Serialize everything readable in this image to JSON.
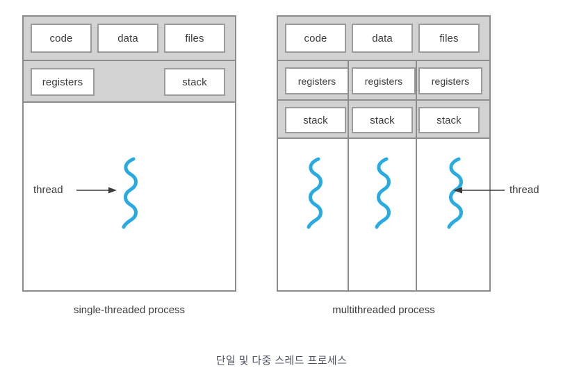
{
  "figure": {
    "caption": "단일 및 다중 스레드 프로세스",
    "accent_color": "#29ABE2",
    "band_color": "#d2d2d2",
    "border_color": "#8c8c8c"
  },
  "single_process": {
    "caption": "single-threaded process",
    "shared_row": [
      "code",
      "data",
      "files"
    ],
    "per_thread_row": [
      "registers",
      "stack"
    ],
    "thread_annotation": {
      "label": "thread",
      "arrow_direction": "right"
    },
    "thread_count": 1
  },
  "multi_process": {
    "caption": "multithreaded process",
    "shared_row": [
      "code",
      "data",
      "files"
    ],
    "registers_row": [
      "registers",
      "registers",
      "registers"
    ],
    "stack_row": [
      "stack",
      "stack",
      "stack"
    ],
    "thread_annotation": {
      "label": "thread",
      "arrow_direction": "left"
    },
    "thread_count": 3
  }
}
